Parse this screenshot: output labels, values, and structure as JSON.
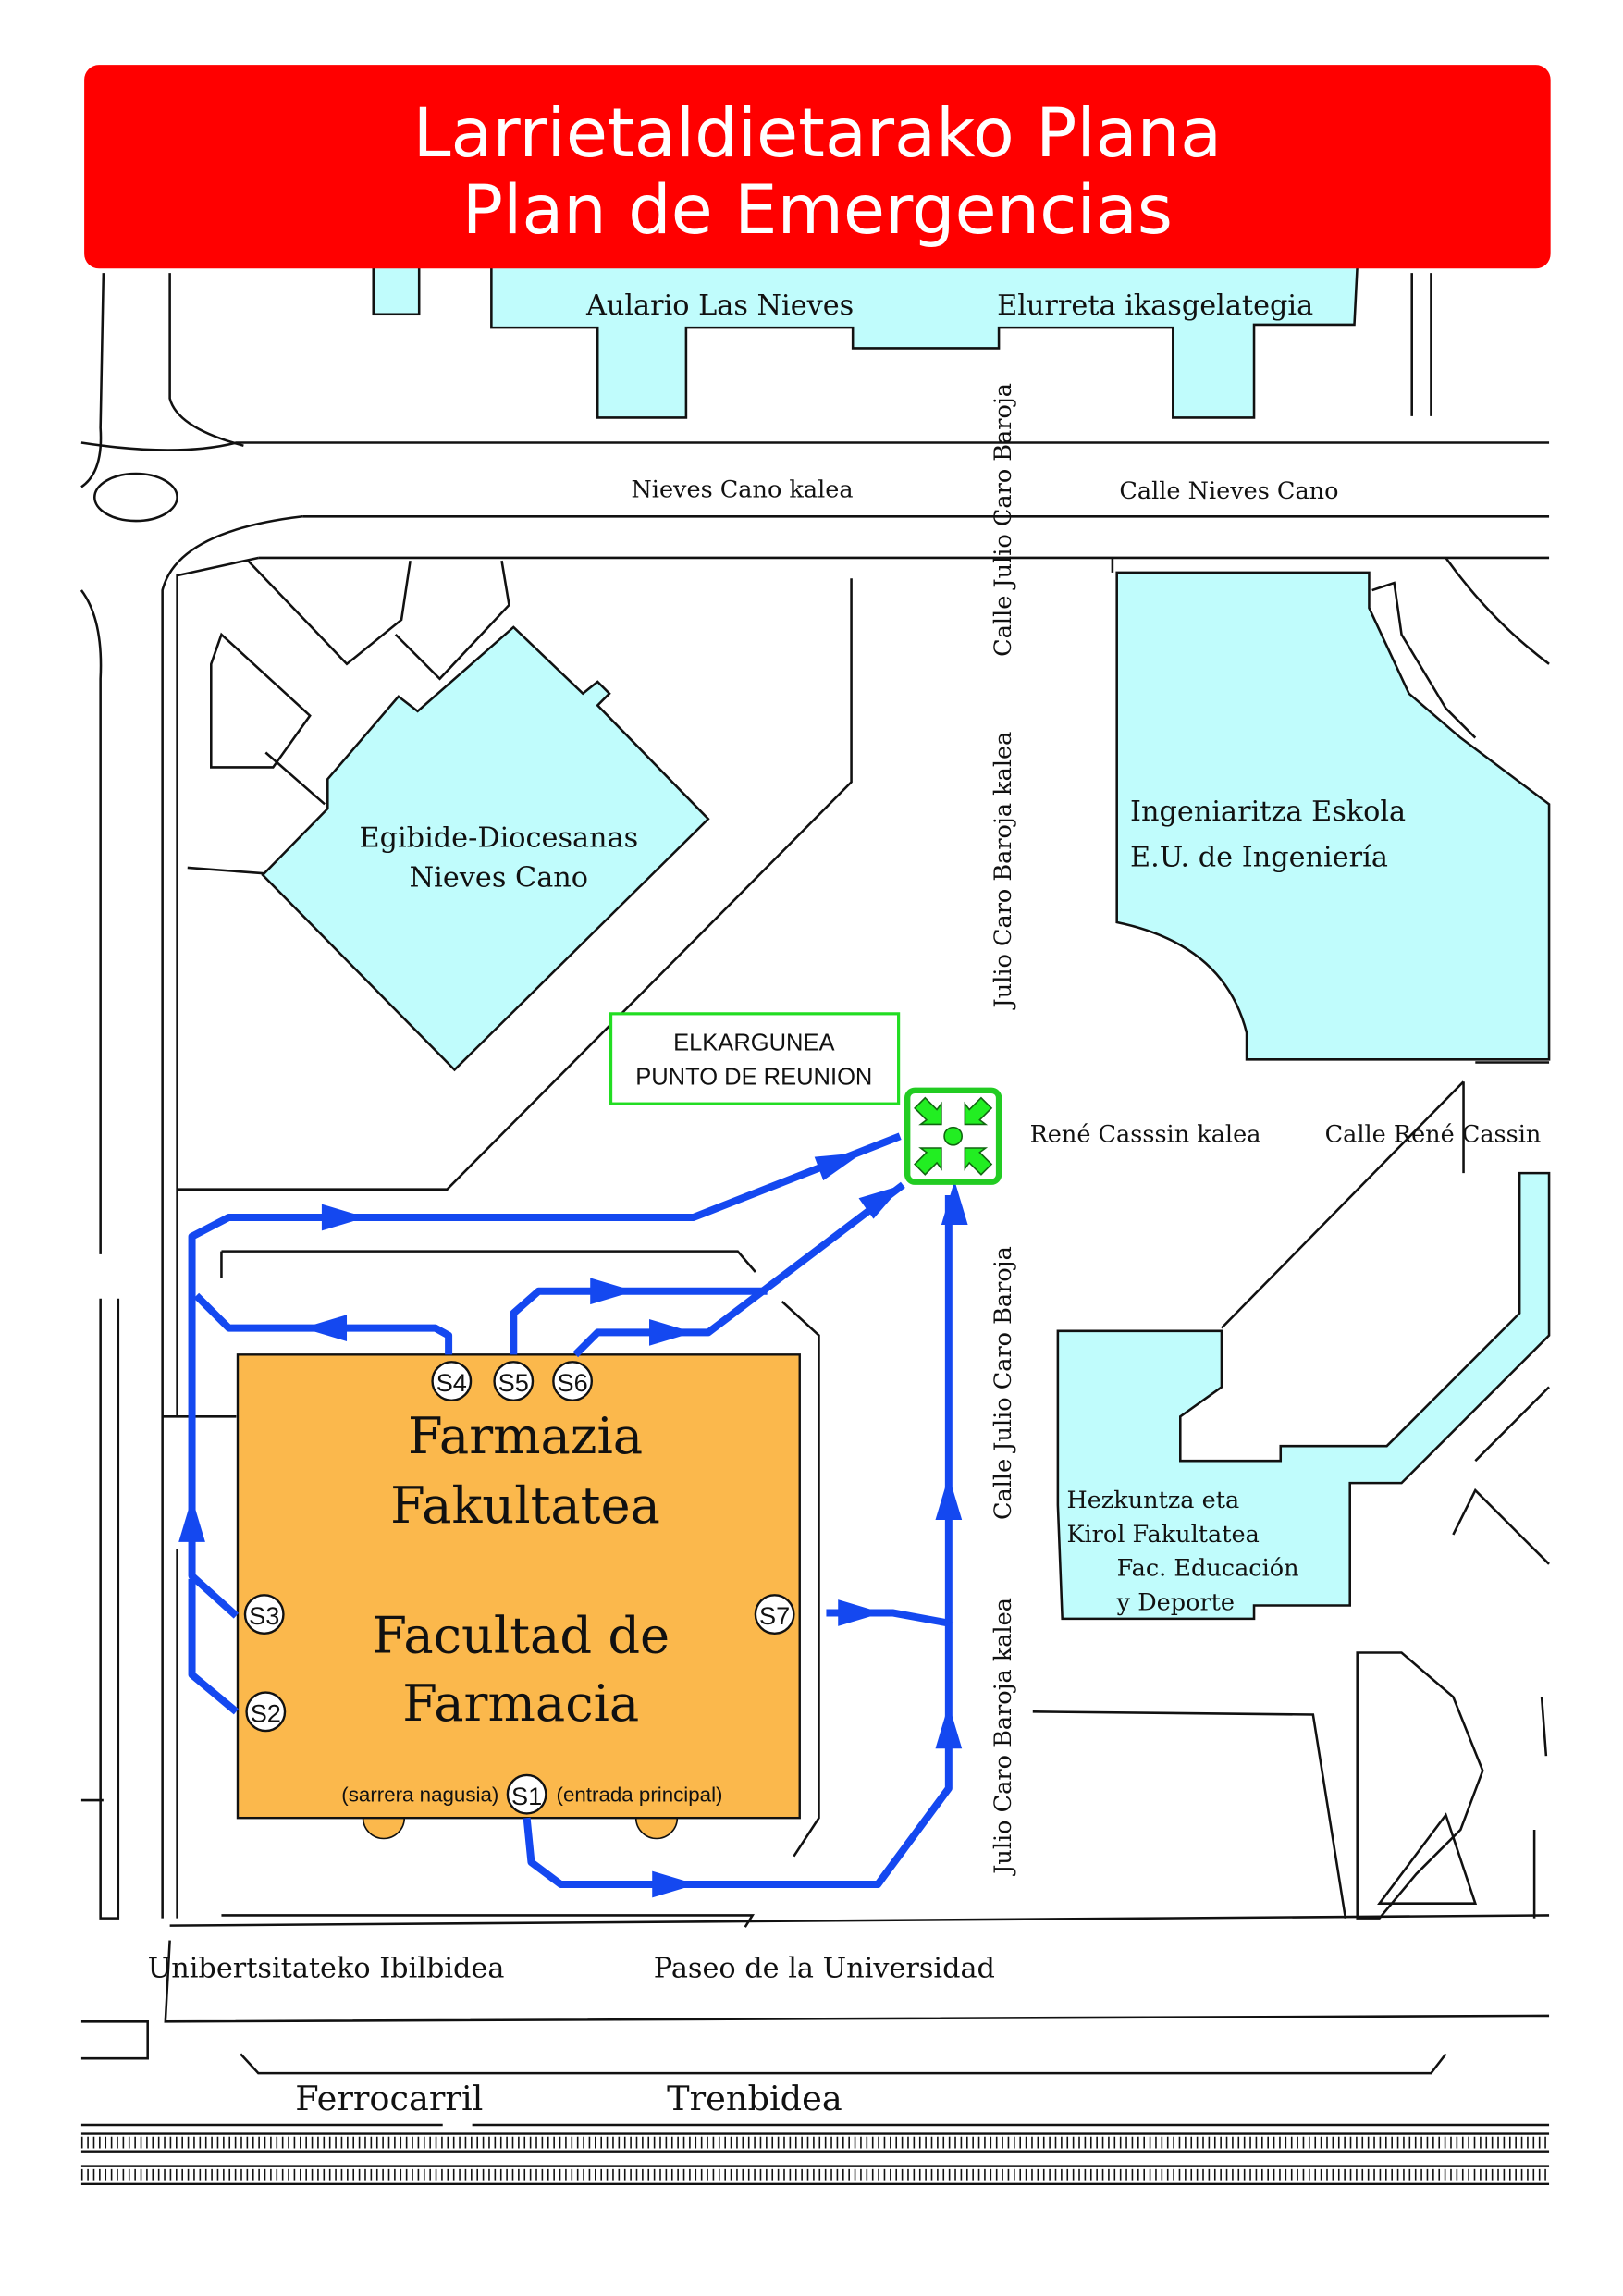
{
  "header": {
    "title_eu": "Larrietaldietarako Plana",
    "title_es": "Plan de Emergencias",
    "color": "#ff0000"
  },
  "buildings": {
    "aulario": "Aulario Las Nieves",
    "elurreta": "Elurreta ikasgelategia",
    "egibide_1": "Egibide-Diocesanas",
    "egibide_2": "Nieves Cano",
    "ingenieria_1": "Ingeniaritza Eskola",
    "ingenieria_2": "E.U. de Ingeniería",
    "hezkuntza_1": "Hezkuntza eta",
    "hezkuntza_2": "Kirol Fakultatea",
    "hezkuntza_3": "Fac. Educación",
    "hezkuntza_4": "y Deporte",
    "farmacia_1": "Farmazia",
    "farmacia_2": "Fakultatea",
    "farmacia_3": "Facultad de",
    "farmacia_4": "Farmacia",
    "entrance_eu": "(sarrera nagusia)",
    "entrance_es": "(entrada principal)"
  },
  "exits": [
    "S1",
    "S2",
    "S3",
    "S4",
    "S5",
    "S6",
    "S7"
  ],
  "streets": {
    "nieves_eu": "Nieves Cano kalea",
    "nieves_es": "Calle Nieves Cano",
    "julio_es_top": "Calle Julio Caro Baroja",
    "julio_eu_mid": "Julio Caro Baroja kalea",
    "julio_es_low": "Calle Julio Caro Baroja",
    "julio_eu_low": "Julio Caro Baroja kalea",
    "rene_eu": "René Casssin kalea",
    "rene_es": "Calle René Cassin",
    "paseo_eu": "Unibertsitateko Ibilbidea",
    "paseo_es": "Paseo de la Universidad",
    "ferrocarril": "Ferrocarril",
    "trenbidea": "Trenbidea"
  },
  "meeting_point": {
    "line1": "ELKARGUNEA",
    "line2": "PUNTO DE REUNION",
    "color": "#22dd22"
  },
  "route_color": "#1448f0"
}
